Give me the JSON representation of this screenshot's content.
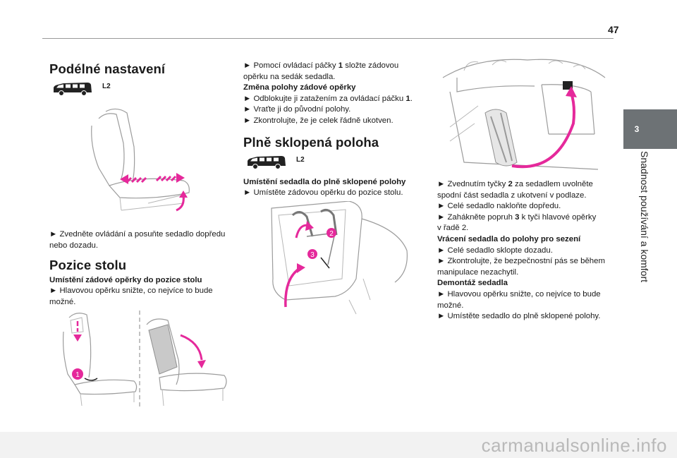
{
  "page_number": "47",
  "chapter_tab": {
    "number": "3",
    "title": "Snadnost používání a komfort"
  },
  "col1": {
    "heading1": "Podélné nastavení",
    "badge1": "L2",
    "text1": "► Zvedněte ovládání a posuňte sedadlo dopředu nebo dozadu.",
    "heading2": "Pozice stolu",
    "sub1": "Umístění zádové opěrky do pozice stolu",
    "text2": "► Hlavovou opěrku snižte, co nejvíce to bude možné.",
    "callout1": "1"
  },
  "col2": {
    "lines_top": [
      {
        "text": "► Pomocí ovládací páčky ",
        "bold": "1",
        "rest": " složte zádovou"
      },
      {
        "text": "opěrku na sedák sedadla.",
        "bold": "",
        "rest": ""
      }
    ],
    "sub_change": "Změna polohy zádové opěrky",
    "lines_change": [
      {
        "text": "► Odblokujte ji zatažením za ovládací páčku ",
        "bold": "1",
        "rest": "."
      },
      {
        "text": "► Vraťte ji do původní polohy.",
        "bold": "",
        "rest": ""
      },
      {
        "text": "► Zkontrolujte, že je celek řádně ukotven.",
        "bold": "",
        "rest": ""
      }
    ],
    "heading3": "Plně sklopená poloha",
    "badge2": "L2",
    "sub2": "Umístění sedadla do plně sklopené polohy",
    "text3": "► Umístěte zádovou opěrku do pozice stolu.",
    "callout2": "2",
    "callout3": "3"
  },
  "col3": {
    "lines_a": [
      {
        "text": "► Zvednutím tyčky ",
        "bold": "2",
        "rest": " za sedadlem uvolněte"
      },
      {
        "text": "spodní část sedadla z ukotvení v podlaze.",
        "bold": "",
        "rest": ""
      },
      {
        "text": "► Celé sedadlo nakloňte dopředu.",
        "bold": "",
        "rest": ""
      },
      {
        "text": "► Zahákněte popruh ",
        "bold": "3",
        "rest": " k tyči hlavové opěrky"
      },
      {
        "text": "v řadě 2.",
        "bold": "",
        "rest": ""
      }
    ],
    "sub_back": "Vrácení sedadla do polohy pro sezení",
    "lines_b": [
      "► Celé sedadlo sklopte dozadu.",
      "► Zkontrolujte, že bezpečnostní pás se během manipulace nezachytil."
    ],
    "sub_remove": "Demontáž sedadla",
    "lines_c": [
      "► Hlavovou opěrku snižte, co nejvíce to bude možné.",
      "► Umístěte sedadlo do plně sklopené polohy."
    ]
  },
  "watermark": "carmanualsonline.info",
  "colors": {
    "accent": "#e5299b",
    "tab": "#6d7275",
    "rule": "#9a9a9a"
  }
}
